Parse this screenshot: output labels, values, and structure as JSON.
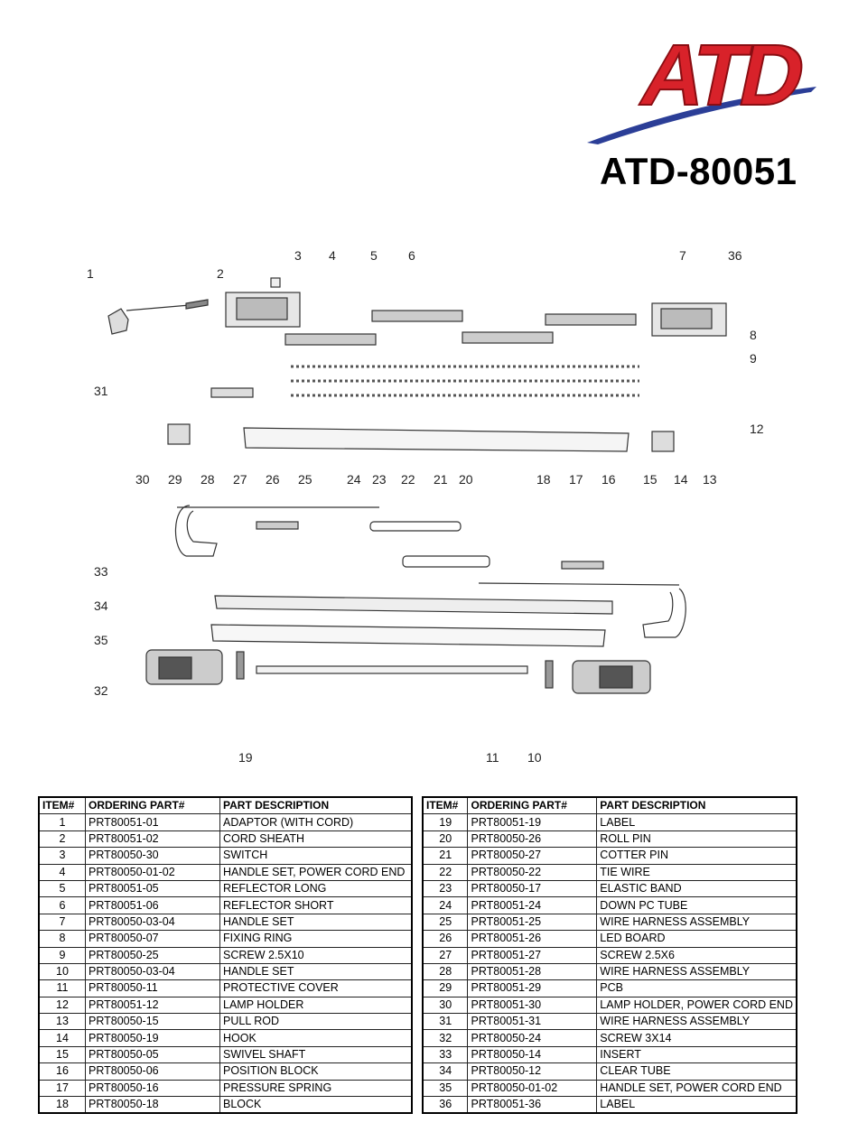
{
  "logo": {
    "text": "ATD",
    "colors": {
      "red": "#d8222a",
      "blue": "#2b3e97"
    }
  },
  "model_number": "ATD-80051",
  "diagram": {
    "callouts": [
      "1",
      "2",
      "3",
      "4",
      "5",
      "6",
      "7",
      "36",
      "8",
      "9",
      "31",
      "12",
      "30",
      "29",
      "28",
      "27",
      "26",
      "25",
      "24",
      "23",
      "22",
      "21",
      "20",
      "18",
      "17",
      "16",
      "15",
      "14",
      "13",
      "33",
      "34",
      "35",
      "32",
      "19",
      "11",
      "10"
    ]
  },
  "table": {
    "headers": {
      "item": "ITEM#",
      "part": "ORDERING PART#",
      "desc": "PART DESCRIPTION"
    },
    "left_rows": [
      {
        "item": "1",
        "part": "PRT80051-01",
        "desc": "ADAPTOR (WITH CORD)"
      },
      {
        "item": "2",
        "part": "PRT80051-02",
        "desc": "CORD SHEATH"
      },
      {
        "item": "3",
        "part": "PRT80050-30",
        "desc": "SWITCH"
      },
      {
        "item": "4",
        "part": "PRT80050-01-02",
        "desc": "HANDLE SET, POWER CORD END"
      },
      {
        "item": "5",
        "part": "PRT80051-05",
        "desc": "REFLECTOR LONG"
      },
      {
        "item": "6",
        "part": "PRT80051-06",
        "desc": "REFLECTOR SHORT"
      },
      {
        "item": "7",
        "part": "PRT80050-03-04",
        "desc": "HANDLE SET"
      },
      {
        "item": "8",
        "part": "PRT80050-07",
        "desc": "FIXING RING"
      },
      {
        "item": "9",
        "part": "PRT80050-25",
        "desc": "SCREW 2.5X10"
      },
      {
        "item": "10",
        "part": "PRT80050-03-04",
        "desc": "HANDLE SET"
      },
      {
        "item": "11",
        "part": "PRT80050-11",
        "desc": "PROTECTIVE COVER"
      },
      {
        "item": "12",
        "part": "PRT80051-12",
        "desc": "LAMP HOLDER"
      },
      {
        "item": "13",
        "part": "PRT80050-15",
        "desc": "PULL ROD"
      },
      {
        "item": "14",
        "part": "PRT80050-19",
        "desc": "HOOK"
      },
      {
        "item": "15",
        "part": "PRT80050-05",
        "desc": "SWIVEL SHAFT"
      },
      {
        "item": "16",
        "part": "PRT80050-06",
        "desc": "POSITION BLOCK"
      },
      {
        "item": "17",
        "part": "PRT80050-16",
        "desc": "PRESSURE SPRING"
      },
      {
        "item": "18",
        "part": "PRT80050-18",
        "desc": "BLOCK"
      }
    ],
    "right_rows": [
      {
        "item": "19",
        "part": "PRT80051-19",
        "desc": "LABEL"
      },
      {
        "item": "20",
        "part": "PRT80050-26",
        "desc": "ROLL PIN"
      },
      {
        "item": "21",
        "part": "PRT80050-27",
        "desc": "COTTER PIN"
      },
      {
        "item": "22",
        "part": "PRT80050-22",
        "desc": "TIE WIRE"
      },
      {
        "item": "23",
        "part": "PRT80050-17",
        "desc": "ELASTIC BAND"
      },
      {
        "item": "24",
        "part": "PRT80051-24",
        "desc": "DOWN PC TUBE"
      },
      {
        "item": "25",
        "part": "PRT80051-25",
        "desc": "WIRE HARNESS ASSEMBLY"
      },
      {
        "item": "26",
        "part": "PRT80051-26",
        "desc": "LED BOARD"
      },
      {
        "item": "27",
        "part": "PRT80051-27",
        "desc": "SCREW 2.5X6"
      },
      {
        "item": "28",
        "part": "PRT80051-28",
        "desc": "WIRE HARNESS ASSEMBLY"
      },
      {
        "item": "29",
        "part": "PRT80051-29",
        "desc": "PCB"
      },
      {
        "item": "30",
        "part": "PRT80051-30",
        "desc": "LAMP HOLDER, POWER CORD END"
      },
      {
        "item": "31",
        "part": "PRT80051-31",
        "desc": "WIRE HARNESS ASSEMBLY"
      },
      {
        "item": "32",
        "part": "PRT80050-24",
        "desc": "SCREW 3X14"
      },
      {
        "item": "33",
        "part": "PRT80050-14",
        "desc": "INSERT"
      },
      {
        "item": "34",
        "part": "PRT80050-12",
        "desc": "CLEAR TUBE"
      },
      {
        "item": "35",
        "part": "PRT80050-01-02",
        "desc": "HANDLE SET, POWER CORD END"
      },
      {
        "item": "36",
        "part": "PRT80051-36",
        "desc": "LABEL"
      }
    ]
  }
}
